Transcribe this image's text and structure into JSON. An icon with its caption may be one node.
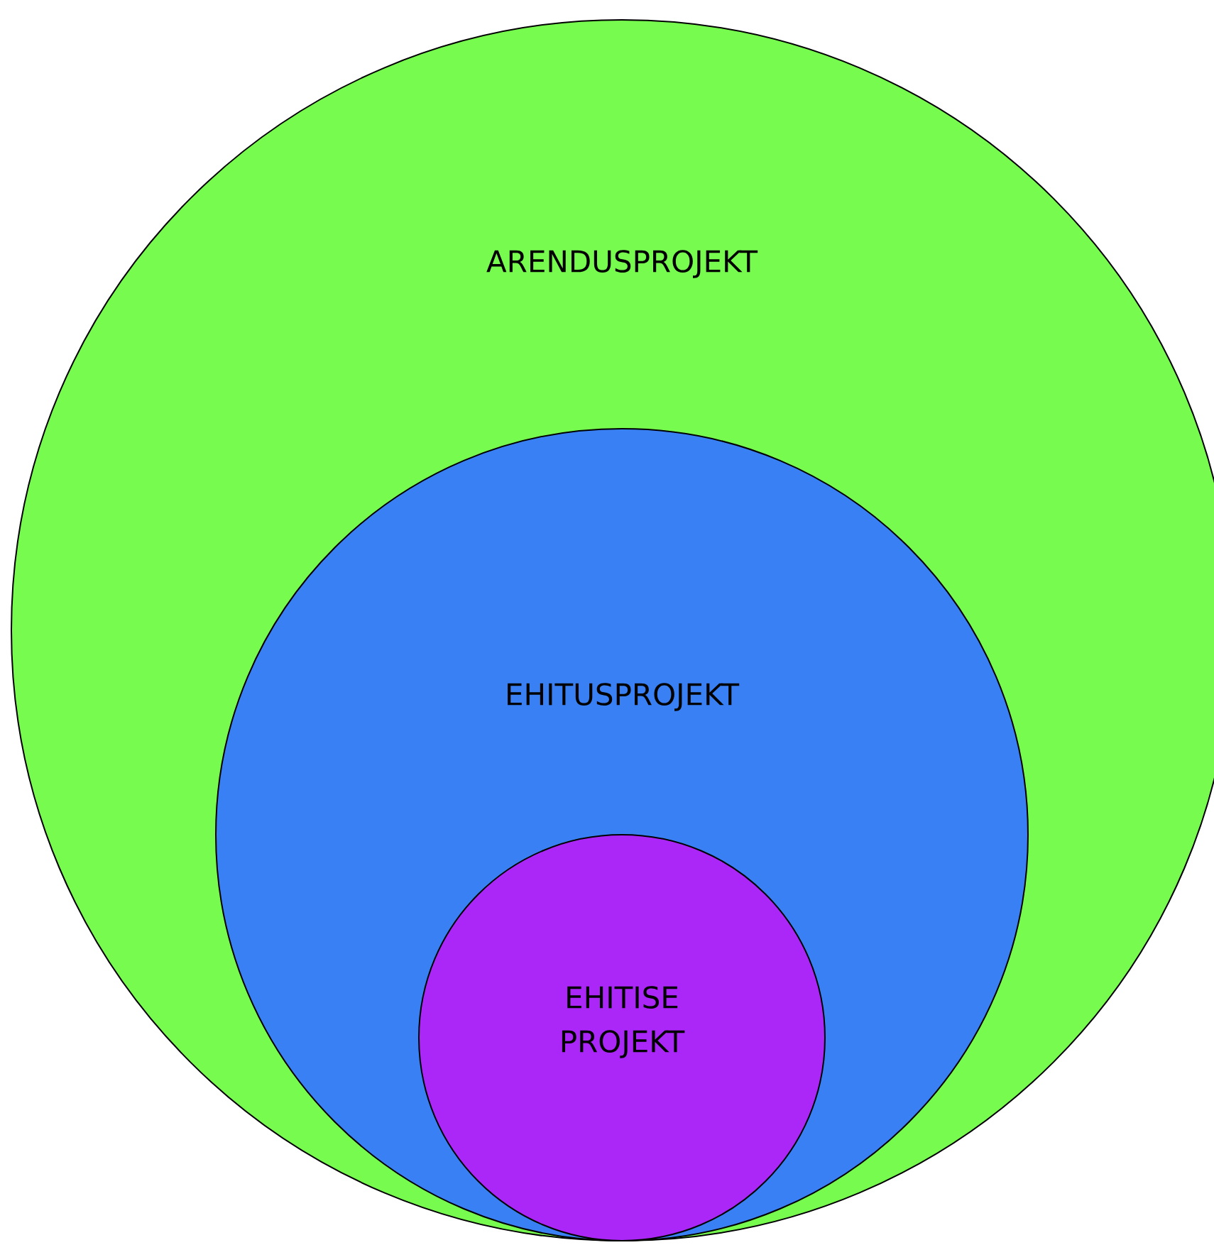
{
  "diagram": {
    "nodes": [
      {
        "text": [
          "ARENDUSPROJEKT"
        ]
      },
      {
        "text": [
          "EHITUSPROJEKT"
        ],
        "in": 0
      },
      {
        "text": [
          "EHITISE PROJEKT"
        ],
        "in": 1
      }
    ]
  }
}
